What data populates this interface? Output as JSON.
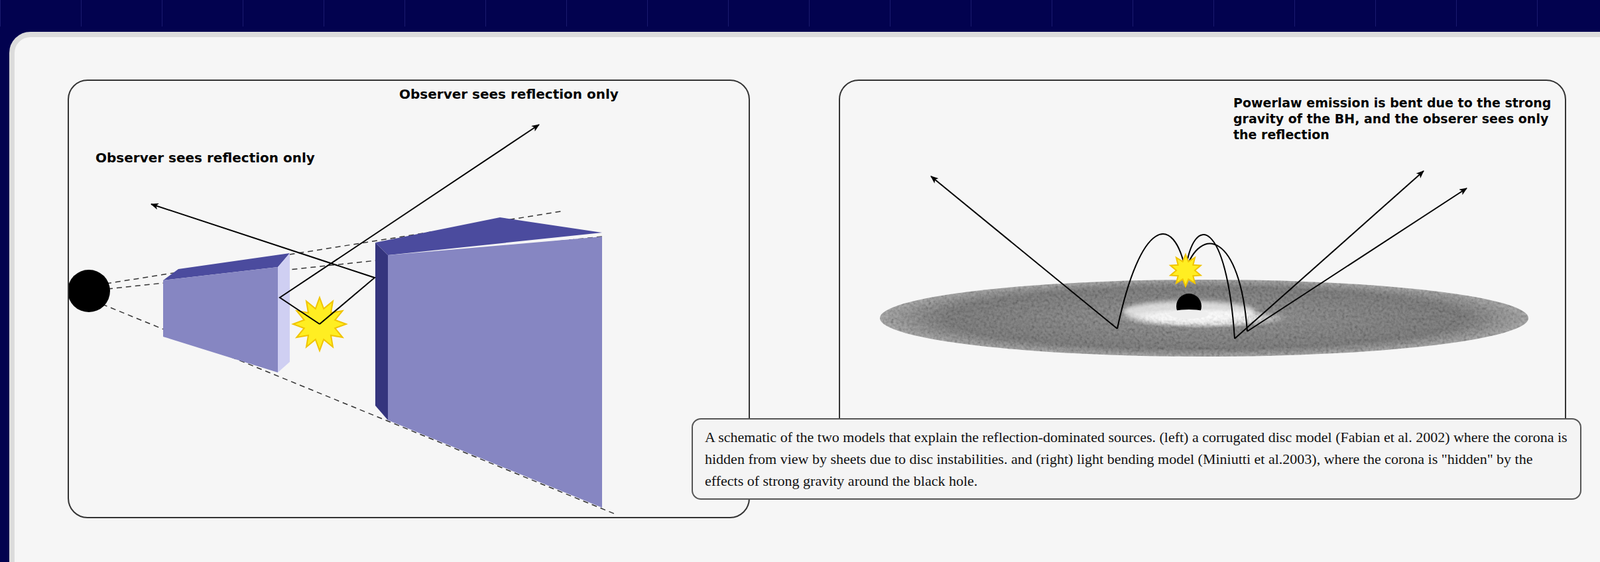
{
  "diagram": {
    "caption": "A schematic of the two models that explain the reflection-dominated sources. (left) a corrugated disc model (Fabian et al. 2002) where the corona is hidden from view by sheets due to disc instabilities. and (right) light bending model (Miniutti et al.2003), where the corona is \"hidden\" by the effects of strong gravity around the black hole.",
    "nodes": [
      {
        "text": [
          "Observer sees reflection only",
          "Observer sees reflection only"
        ]
      },
      {
        "text": [
          "Powerlaw emission is bent due to the strong gravity of the BH, and the obserer sees only the reflection"
        ]
      }
    ]
  }
}
